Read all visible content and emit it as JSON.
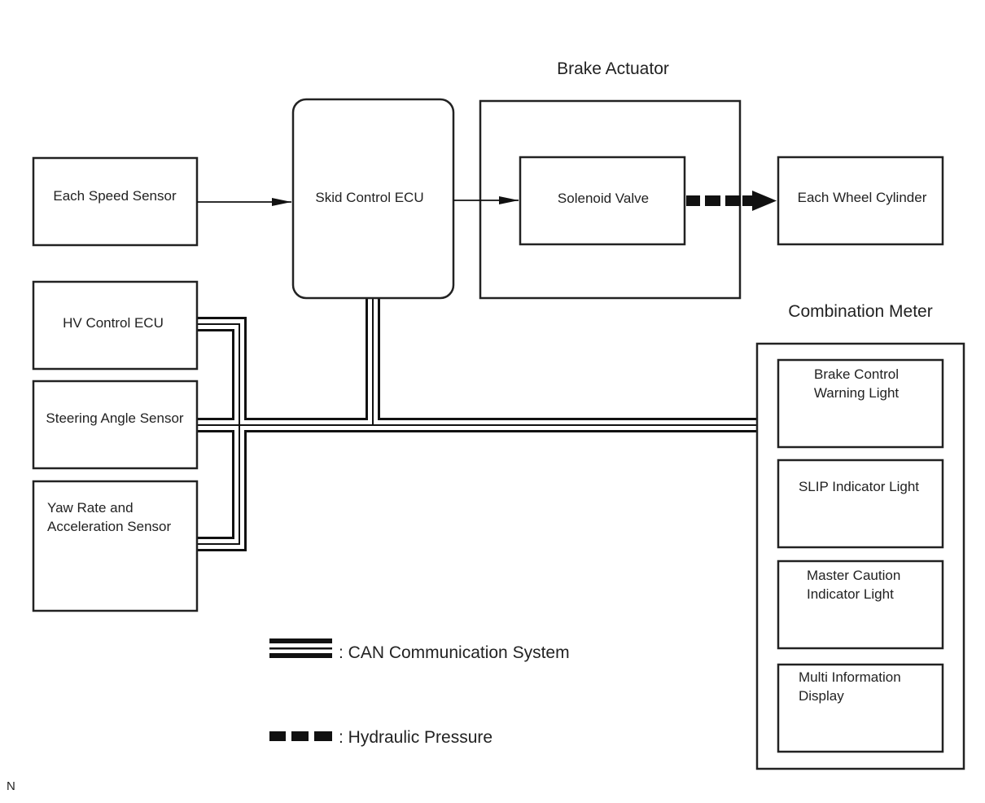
{
  "title_brake_actuator": "Brake Actuator",
  "title_combination_meter": "Combination Meter",
  "boxes": {
    "speed_sensor": "Each Speed Sensor",
    "skid_ecu": "Skid Control ECU",
    "solenoid_valve": "Solenoid Valve",
    "wheel_cylinder": "Each Wheel Cylinder",
    "hv_ecu": "HV Control ECU",
    "steering_sensor": "Steering Angle Sensor",
    "yaw_line1": "Yaw Rate and",
    "yaw_line2": "Acceleration Sensor"
  },
  "meter_items": {
    "brake_line1": "Brake Control",
    "brake_line2": "Warning Light",
    "slip": "SLIP Indicator Light",
    "master_line1": "Master Caution",
    "master_line2": "Indicator Light",
    "mid_line1": "Multi Information",
    "mid_line2": "Display"
  },
  "legend": {
    "can": ": CAN Communication System",
    "hydraulic": ": Hydraulic Pressure"
  },
  "corner_mark": "N"
}
